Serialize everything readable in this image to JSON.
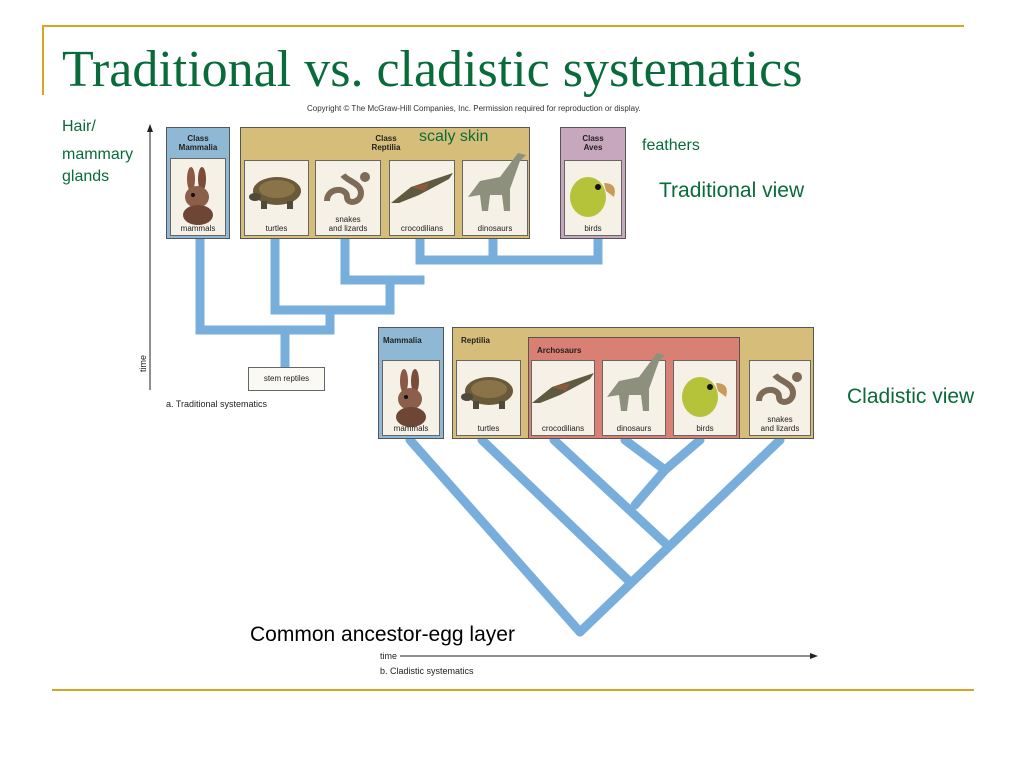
{
  "title": "Traditional vs. cladistic systematics",
  "copyright": "Copyright © The McGraw-Hill Companies, Inc. Permission required for reproduction or display.",
  "annotations": {
    "hair_line1": "Hair/",
    "hair_line2": "mammary",
    "hair_line3": "glands",
    "scaly_skin": "scaly skin",
    "feathers": "feathers",
    "traditional_view": "Traditional view",
    "cladistic_view": "Cladistic view",
    "common_ancestor": "Common ancestor-egg layer"
  },
  "traditional": {
    "class_mammalia_line1": "Class",
    "class_mammalia_line2": "Mammalia",
    "class_reptilia_line1": "Class",
    "class_reptilia_line2": "Reptilia",
    "class_aves_line1": "Class",
    "class_aves_line2": "Aves",
    "animals": [
      "mammals",
      "turtles",
      "snakes",
      "and lizards",
      "crocodilians",
      "dinosaurs",
      "birds"
    ],
    "stem_reptiles": "stem reptiles",
    "axis_label": "time",
    "caption": "a. Traditional systematics"
  },
  "cladistic": {
    "mammalia": "Mammalia",
    "reptilia": "Reptilia",
    "archosaurs": "Archosaurs",
    "animals": [
      "mammals",
      "turtles",
      "crocodilians",
      "dinosaurs",
      "birds",
      "snakes",
      "and lizards"
    ],
    "axis_label": "time",
    "caption": "b. Cladistic systematics"
  },
  "colors": {
    "title_green": "#0a6b3a",
    "accent_gold": "#d9a421",
    "mammalia_blue": "#8fb8d4",
    "reptilia_tan": "#d7bd7a",
    "aves_mauve": "#c7a7bd",
    "archosaur_red": "#d97f73",
    "branch_blue": "#78aedb"
  }
}
